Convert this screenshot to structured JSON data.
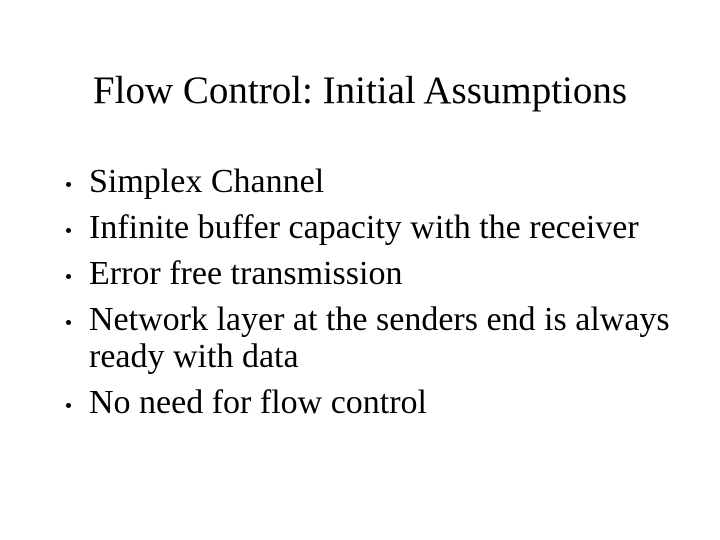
{
  "slide": {
    "title": "Flow Control: Initial Assumptions",
    "bullets": [
      "Simplex Channel",
      "Infinite buffer capacity with the receiver",
      "Error free transmission",
      "Network layer at the senders end is always ready with data",
      "No need for flow control"
    ]
  }
}
